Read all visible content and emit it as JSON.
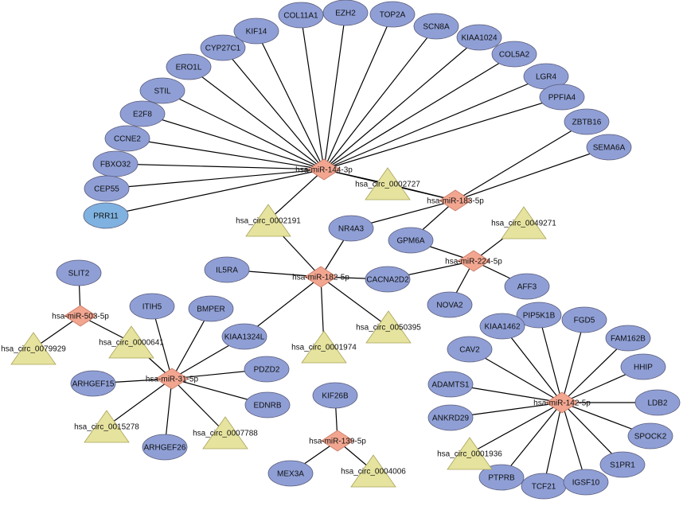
{
  "colors": {
    "gene_fill": "#8f9fd6",
    "gene_highlight_fill": "#7fb2e0",
    "gene_stroke": "#5a5a78",
    "mirna_fill": "#f2a690",
    "mirna_stroke": "#c97a66",
    "circrna_fill": "#e6e39e",
    "circrna_stroke": "#a9a45a",
    "edge": "#000000",
    "background": "#ffffff"
  },
  "nodes": [
    {
      "id": "m144",
      "label": "hsa-miR-144-3p",
      "type": "mirna"
    },
    {
      "id": "m183",
      "label": "hsa-miR-183-5p",
      "type": "mirna"
    },
    {
      "id": "m182",
      "label": "hsa-miR-182-5p",
      "type": "mirna"
    },
    {
      "id": "m224",
      "label": "hsa-miR-224-5p",
      "type": "mirna"
    },
    {
      "id": "m503",
      "label": "hsa-miR-503-5p",
      "type": "mirna"
    },
    {
      "id": "m31",
      "label": "hsa-miR-31-5p",
      "type": "mirna"
    },
    {
      "id": "m139",
      "label": "hsa-miR-139-5p",
      "type": "mirna"
    },
    {
      "id": "m142",
      "label": "hsa-miR-142-5p",
      "type": "mirna"
    },
    {
      "id": "c2727",
      "label": "hsa_circ_0002727",
      "type": "circrna"
    },
    {
      "id": "c2191",
      "label": "hsa_circ_0002191",
      "type": "circrna"
    },
    {
      "id": "c49271",
      "label": "hsa_circ_0049271",
      "type": "circrna"
    },
    {
      "id": "c50395",
      "label": "hsa_circ_0050395",
      "type": "circrna"
    },
    {
      "id": "c1974",
      "label": "hsa_circ_0001974",
      "type": "circrna"
    },
    {
      "id": "c79929",
      "label": "hsa_circ_0079929",
      "type": "circrna"
    },
    {
      "id": "c641",
      "label": "hsa_circ_0000641",
      "type": "circrna"
    },
    {
      "id": "c15278",
      "label": "hsa_circ_0015278",
      "type": "circrna"
    },
    {
      "id": "c7788",
      "label": "hsa_circ_0007788",
      "type": "circrna"
    },
    {
      "id": "c4006",
      "label": "hsa_circ_0004006",
      "type": "circrna"
    },
    {
      "id": "c1936",
      "label": "hsa_circ_0001936",
      "type": "circrna"
    },
    {
      "id": "COL11A1",
      "label": "COL11A1",
      "type": "gene"
    },
    {
      "id": "EZH2",
      "label": "EZH2",
      "type": "gene"
    },
    {
      "id": "TOP2A",
      "label": "TOP2A",
      "type": "gene"
    },
    {
      "id": "KIF14",
      "label": "KIF14",
      "type": "gene"
    },
    {
      "id": "SCN8A",
      "label": "SCN8A",
      "type": "gene"
    },
    {
      "id": "CYP27C1",
      "label": "CYP27C1",
      "type": "gene"
    },
    {
      "id": "KIAA1024",
      "label": "KIAA1024",
      "type": "gene"
    },
    {
      "id": "ERO1L",
      "label": "ERO1L",
      "type": "gene"
    },
    {
      "id": "COL5A2",
      "label": "COL5A2",
      "type": "gene"
    },
    {
      "id": "STIL",
      "label": "STIL",
      "type": "gene"
    },
    {
      "id": "LGR4",
      "label": "LGR4",
      "type": "gene"
    },
    {
      "id": "E2F8",
      "label": "E2F8",
      "type": "gene"
    },
    {
      "id": "PPFIA4",
      "label": "PPFIA4",
      "type": "gene"
    },
    {
      "id": "CCNE2",
      "label": "CCNE2",
      "type": "gene"
    },
    {
      "id": "ZBTB16",
      "label": "ZBTB16",
      "type": "gene"
    },
    {
      "id": "FBXO32",
      "label": "FBXO32",
      "type": "gene"
    },
    {
      "id": "SEMA6A",
      "label": "SEMA6A",
      "type": "gene"
    },
    {
      "id": "CEP55",
      "label": "CEP55",
      "type": "gene"
    },
    {
      "id": "PRR11",
      "label": "PRR11",
      "type": "gene",
      "highlight": true
    },
    {
      "id": "NR4A3",
      "label": "NR4A3",
      "type": "gene"
    },
    {
      "id": "GPM6A",
      "label": "GPM6A",
      "type": "gene"
    },
    {
      "id": "IL5RA",
      "label": "IL5RA",
      "type": "gene"
    },
    {
      "id": "CACNA2D2",
      "label": "CACNA2D2",
      "type": "gene"
    },
    {
      "id": "AFF3",
      "label": "AFF3",
      "type": "gene"
    },
    {
      "id": "NOVA2",
      "label": "NOVA2",
      "type": "gene"
    },
    {
      "id": "SLIT2",
      "label": "SLIT2",
      "type": "gene"
    },
    {
      "id": "ITIH5",
      "label": "ITIH5",
      "type": "gene"
    },
    {
      "id": "BMPER",
      "label": "BMPER",
      "type": "gene"
    },
    {
      "id": "KIAA1324L",
      "label": "KIAA1324L",
      "type": "gene"
    },
    {
      "id": "PDZD2",
      "label": "PDZD2",
      "type": "gene"
    },
    {
      "id": "ARHGEF15",
      "label": "ARHGEF15",
      "type": "gene"
    },
    {
      "id": "EDNRB",
      "label": "EDNRB",
      "type": "gene"
    },
    {
      "id": "ARHGEF26",
      "label": "ARHGEF26",
      "type": "gene"
    },
    {
      "id": "KIF26B",
      "label": "KIF26B",
      "type": "gene"
    },
    {
      "id": "MEX3A",
      "label": "MEX3A",
      "type": "gene"
    },
    {
      "id": "PIP5K1B",
      "label": "PIP5K1B",
      "type": "gene"
    },
    {
      "id": "KIAA1462",
      "label": "KIAA1462",
      "type": "gene"
    },
    {
      "id": "FGD5",
      "label": "FGD5",
      "type": "gene"
    },
    {
      "id": "FAM162B",
      "label": "FAM162B",
      "type": "gene"
    },
    {
      "id": "CAV2",
      "label": "CAV2",
      "type": "gene"
    },
    {
      "id": "HHIP",
      "label": "HHIP",
      "type": "gene"
    },
    {
      "id": "ADAMTS1",
      "label": "ADAMTS1",
      "type": "gene"
    },
    {
      "id": "LDB2",
      "label": "LDB2",
      "type": "gene"
    },
    {
      "id": "ANKRD29",
      "label": "ANKRD29",
      "type": "gene"
    },
    {
      "id": "SPOCK2",
      "label": "SPOCK2",
      "type": "gene"
    },
    {
      "id": "S1PR1",
      "label": "S1PR1",
      "type": "gene"
    },
    {
      "id": "PTPRB",
      "label": "PTPRB",
      "type": "gene"
    },
    {
      "id": "TCF21",
      "label": "TCF21",
      "type": "gene"
    },
    {
      "id": "IGSF10",
      "label": "IGSF10",
      "type": "gene"
    }
  ],
  "edges": [
    [
      "m144",
      "COL11A1"
    ],
    [
      "m144",
      "EZH2"
    ],
    [
      "m144",
      "TOP2A"
    ],
    [
      "m144",
      "KIF14"
    ],
    [
      "m144",
      "SCN8A"
    ],
    [
      "m144",
      "CYP27C1"
    ],
    [
      "m144",
      "KIAA1024"
    ],
    [
      "m144",
      "ERO1L"
    ],
    [
      "m144",
      "COL5A2"
    ],
    [
      "m144",
      "STIL"
    ],
    [
      "m144",
      "LGR4"
    ],
    [
      "m144",
      "E2F8"
    ],
    [
      "m144",
      "PPFIA4"
    ],
    [
      "m144",
      "CCNE2"
    ],
    [
      "m144",
      "FBXO32"
    ],
    [
      "m144",
      "CEP55"
    ],
    [
      "m144",
      "PRR11"
    ],
    [
      "m144",
      "c2727"
    ],
    [
      "m144",
      "c2191"
    ],
    [
      "m144",
      "m183"
    ],
    [
      "m183",
      "ZBTB16"
    ],
    [
      "m183",
      "SEMA6A"
    ],
    [
      "m183",
      "c2727"
    ],
    [
      "m183",
      "NR4A3"
    ],
    [
      "m183",
      "GPM6A"
    ],
    [
      "m182",
      "c2191"
    ],
    [
      "m182",
      "NR4A3"
    ],
    [
      "m182",
      "IL5RA"
    ],
    [
      "m182",
      "CACNA2D2"
    ],
    [
      "m182",
      "c50395"
    ],
    [
      "m182",
      "c1974"
    ],
    [
      "m182",
      "KIAA1324L"
    ],
    [
      "m224",
      "GPM6A"
    ],
    [
      "m224",
      "c49271"
    ],
    [
      "m224",
      "CACNA2D2"
    ],
    [
      "m224",
      "AFF3"
    ],
    [
      "m224",
      "NOVA2"
    ],
    [
      "m503",
      "SLIT2"
    ],
    [
      "m503",
      "c79929"
    ],
    [
      "m503",
      "c641"
    ],
    [
      "m31",
      "c641"
    ],
    [
      "m31",
      "ITIH5"
    ],
    [
      "m31",
      "BMPER"
    ],
    [
      "m31",
      "KIAA1324L"
    ],
    [
      "m31",
      "PDZD2"
    ],
    [
      "m31",
      "ARHGEF15"
    ],
    [
      "m31",
      "EDNRB"
    ],
    [
      "m31",
      "c15278"
    ],
    [
      "m31",
      "c7788"
    ],
    [
      "m31",
      "ARHGEF26"
    ],
    [
      "m139",
      "KIF26B"
    ],
    [
      "m139",
      "MEX3A"
    ],
    [
      "m139",
      "c4006"
    ],
    [
      "m142",
      "PIP5K1B"
    ],
    [
      "m142",
      "KIAA1462"
    ],
    [
      "m142",
      "FGD5"
    ],
    [
      "m142",
      "FAM162B"
    ],
    [
      "m142",
      "CAV2"
    ],
    [
      "m142",
      "HHIP"
    ],
    [
      "m142",
      "ADAMTS1"
    ],
    [
      "m142",
      "LDB2"
    ],
    [
      "m142",
      "ANKRD29"
    ],
    [
      "m142",
      "SPOCK2"
    ],
    [
      "m142",
      "c1936"
    ],
    [
      "m142",
      "S1PR1"
    ],
    [
      "m142",
      "PTPRB"
    ],
    [
      "m142",
      "TCF21"
    ],
    [
      "m142",
      "IGSF10"
    ]
  ]
}
